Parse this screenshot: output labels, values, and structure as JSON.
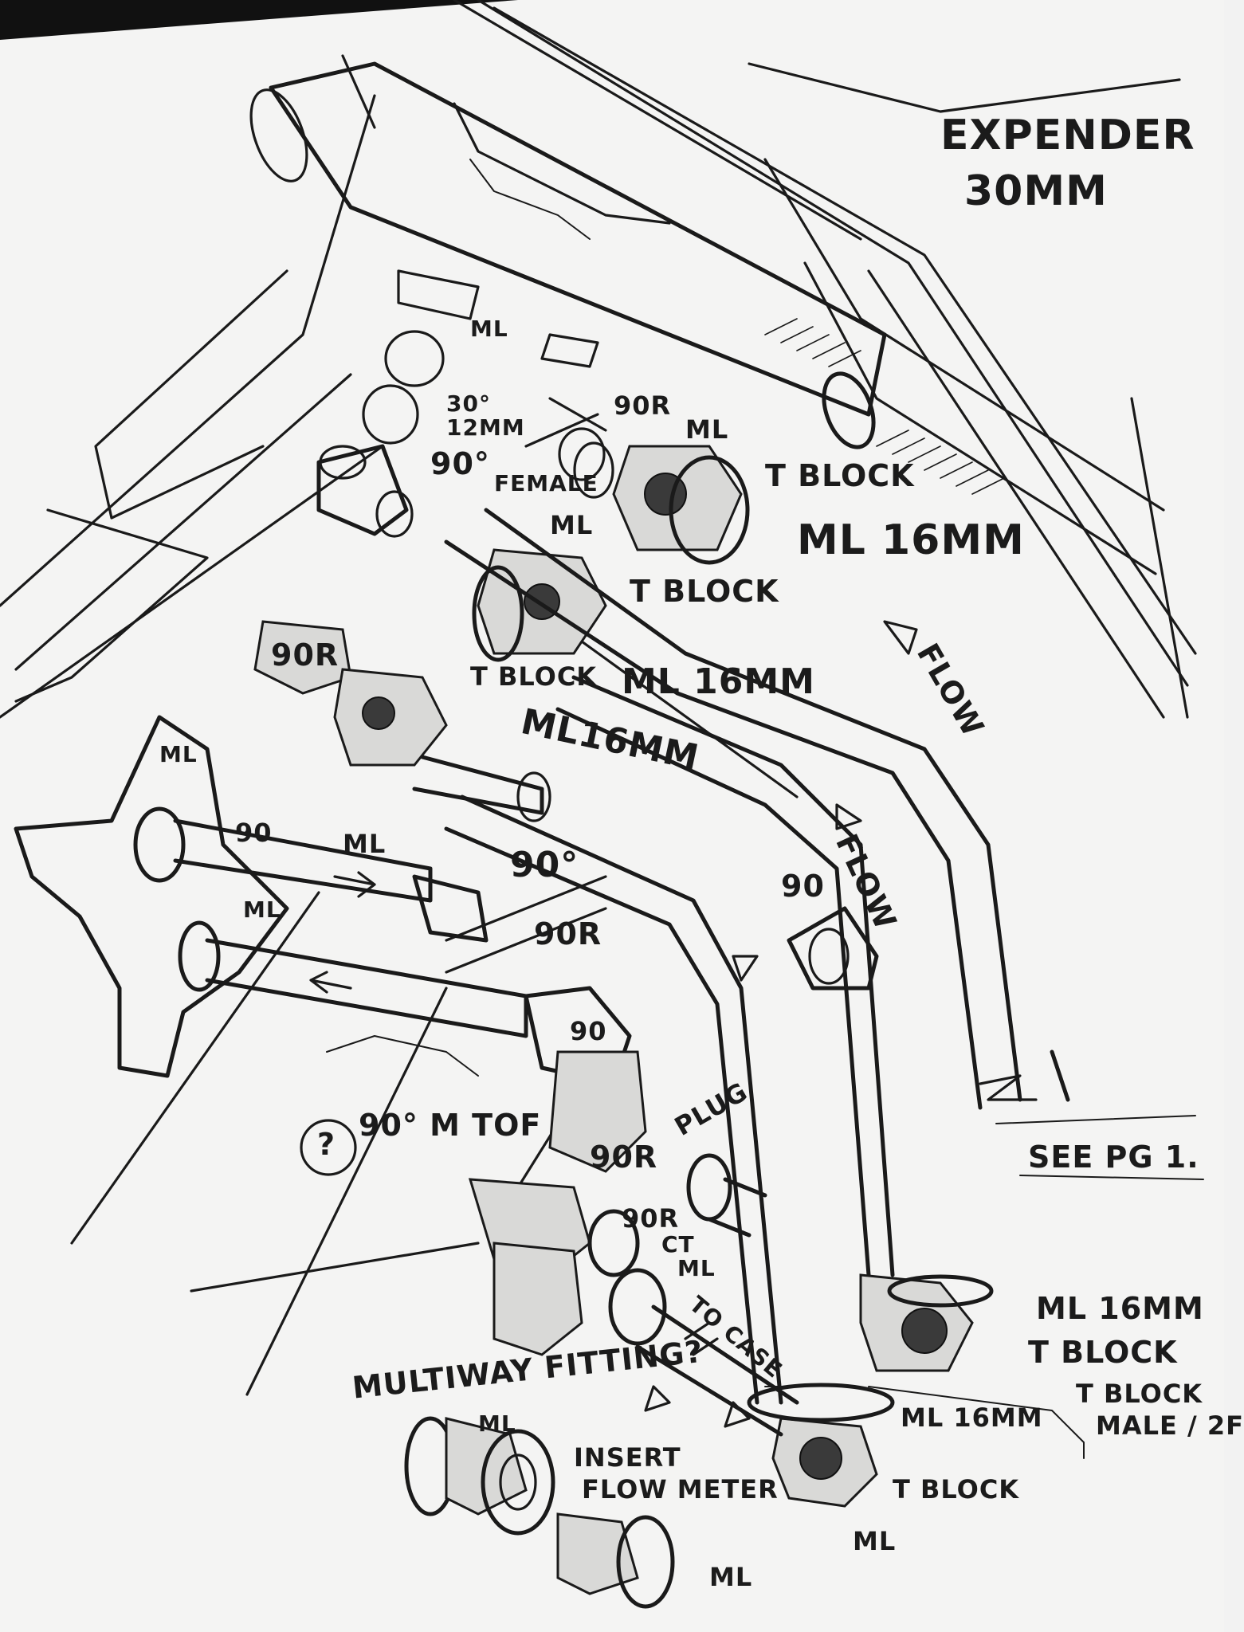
{
  "labels": {
    "expender": "EXPENDER",
    "expender_size": "30MM",
    "ml_top": "ML",
    "angle_30": "30°",
    "angle_12mm": "12MM",
    "ninety_female_num": "90°",
    "female": "FEMALE",
    "ninety_r_top": "90R",
    "ml_top_right": "ML",
    "tblock_top": "T BLOCK",
    "ml16_top": "ML 16MM",
    "ml_upper_mid": "ML",
    "tblock_mid": "T BLOCK",
    "ml16_mid": "ML 16MM",
    "ninety_r_left": "90R",
    "tblock_left": "T BLOCK",
    "ml16_left": "ML16MM",
    "ml_star_top": "ML",
    "ml_star_mid": "ML",
    "ninety_star": "90",
    "ninety_deg_mid": "90°",
    "ninety_r_mid": "90R",
    "ml_star_low": "ML",
    "ninety_low": "90",
    "flow_right": "FLOW",
    "flow_mid": "FLOW",
    "ninety_right": "90",
    "see_pg": "SEE PG 1.",
    "question": "?",
    "ninety_m_tof": "90° M TOF",
    "ninety_r_low": "90R",
    "plug": "PLUG",
    "ninety_r_low2": "90R",
    "ct": "CT",
    "ml_low": "ML",
    "to_case": "TO CASE",
    "multiway": "MULTIWAY FITTING?",
    "ml_bottom_left": "ML",
    "insert": "INSERT",
    "flow_meter": "FLOW METER",
    "ml_bottom": "ML",
    "ml16_right": "ML 16MM",
    "tblock_right": "T BLOCK",
    "tblock_right2": "T BLOCK",
    "male_2f": "MALE / 2F",
    "ml16_bottom": "ML 16MM",
    "tblock_bottom": "T BLOCK",
    "ml_very_bottom": "ML"
  }
}
